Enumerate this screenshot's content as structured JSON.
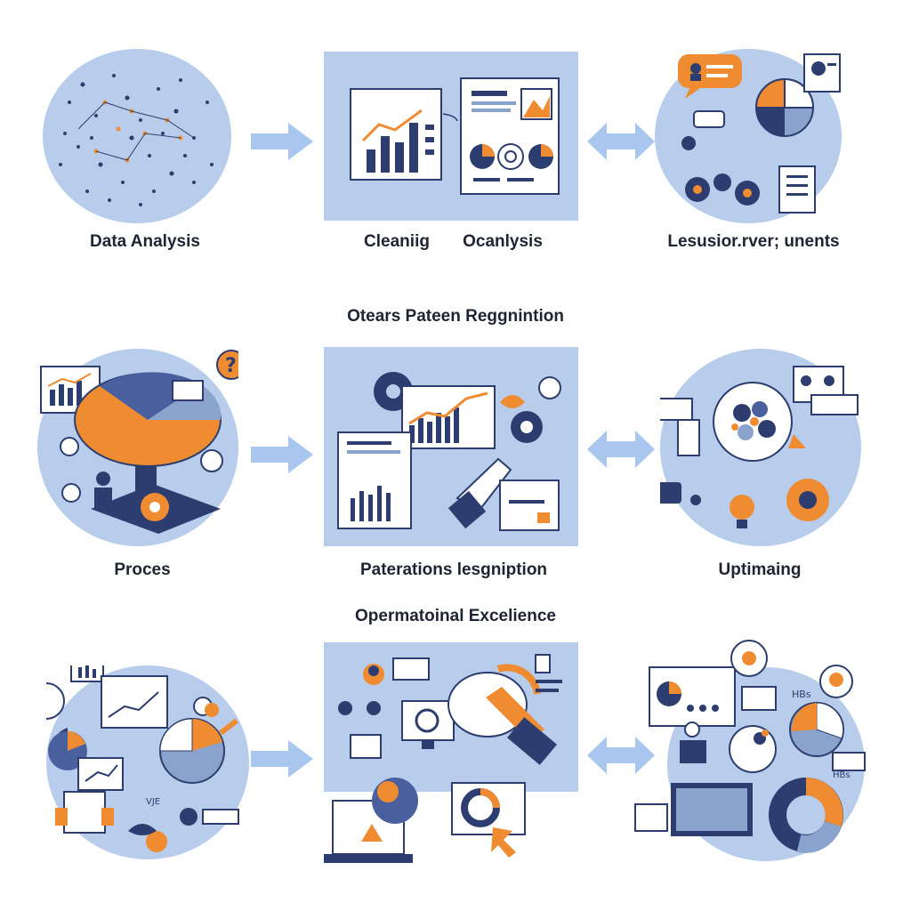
{
  "row1": {
    "labels": [
      "Data Analysis",
      "Cleaniig",
      "Ocanlysis",
      "Lesusior.rver; unents"
    ]
  },
  "heading_a": "Otears Pateen Reggnintion",
  "row2": {
    "labels": [
      "Proces",
      "Paterations lesgniption",
      "Uptimaing"
    ]
  },
  "heading_b": "Opermatoinal Excelience",
  "row3": {
    "hb_text": "HBs",
    "hb_text2": "HBs",
    "small_text": "VJE"
  },
  "colors": {
    "panel_blue": "#b7cdeb",
    "navy": "#2d3d6f",
    "orange": "#ef8c32",
    "arrow_blue": "#a9c7ee"
  },
  "icons": [
    "scatter-icon",
    "bar-chart-icon",
    "document-icon",
    "pie-chart-icon",
    "chat-bubble-icon",
    "gear-icon",
    "question-icon",
    "hand-icon",
    "laptop-icon",
    "lightbulb-icon",
    "person-icon",
    "donut-chart-icon"
  ]
}
